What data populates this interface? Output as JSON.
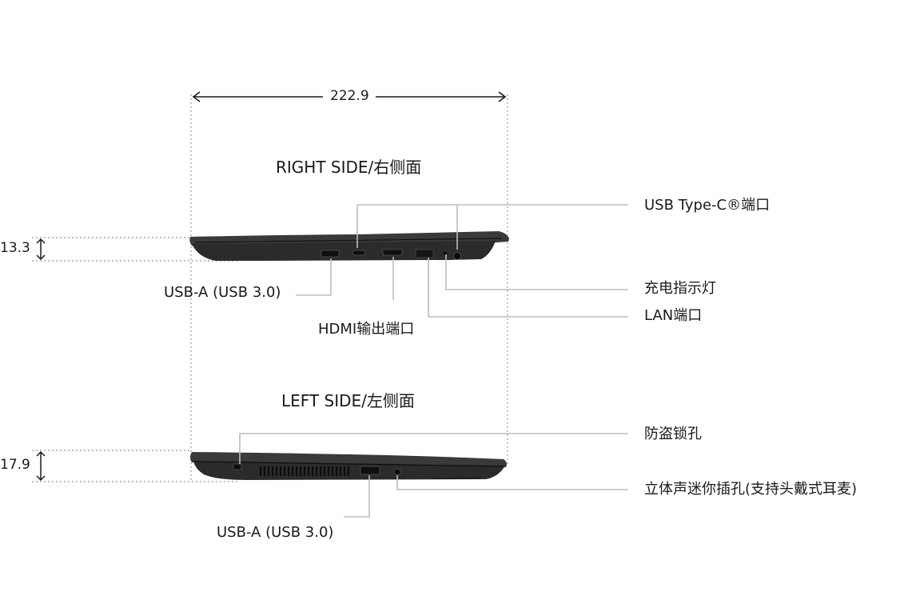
{
  "width_dimension": "222.9",
  "right_side": {
    "heading": "RIGHT SIDE/右侧面",
    "thickness": "13.3",
    "callouts": {
      "usb_c": "USB Type-C®端口",
      "usb_a": "USB-A (USB 3.0)",
      "hdmi": "HDMI输出端口",
      "charge_led": "充电指示灯",
      "lan": "LAN端口"
    }
  },
  "left_side": {
    "heading": "LEFT SIDE/左侧面",
    "thickness": "17.9",
    "callouts": {
      "security_lock": "防盗锁孔",
      "audio_jack": "立体声迷你插孔(支持头戴式耳麦)",
      "usb_a": "USB-A (USB 3.0)"
    }
  },
  "colors": {
    "laptop_body": "#2b2b2b",
    "leader_line": "#bdbdbd",
    "dotted_guide": "#9a9a9a",
    "text": "#1a1a1a"
  }
}
